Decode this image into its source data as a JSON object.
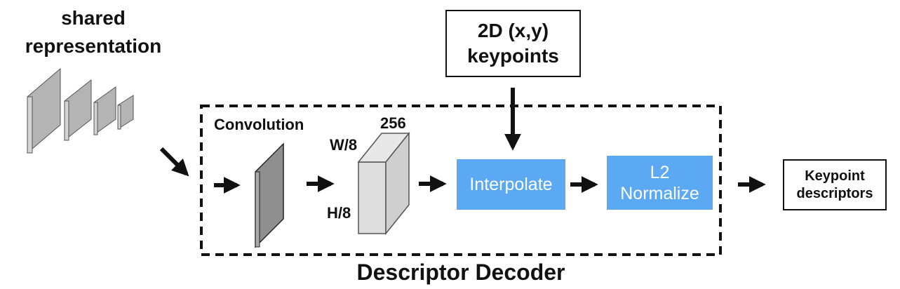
{
  "title": "Descriptor Decoder",
  "shared_representation": {
    "label": "shared\nrepresentation"
  },
  "convolution": {
    "label": "Convolution"
  },
  "feature_map": {
    "depth_label": "256",
    "width_label": "W/8",
    "height_label": "H/8"
  },
  "keypoints_input": {
    "label": "2D (x,y)\nkeypoints"
  },
  "interpolate": {
    "label": "Interpolate"
  },
  "l2_normalize": {
    "label": "L2\nNormalize"
  },
  "output": {
    "label": "Keypoint\ndescriptors"
  },
  "colors": {
    "op_box": "#5aa9f2",
    "slab_gray": "#b4b4b4",
    "conv_gray": "#8f8f8f",
    "volume_gray": "#dedede",
    "ink": "#111111"
  }
}
